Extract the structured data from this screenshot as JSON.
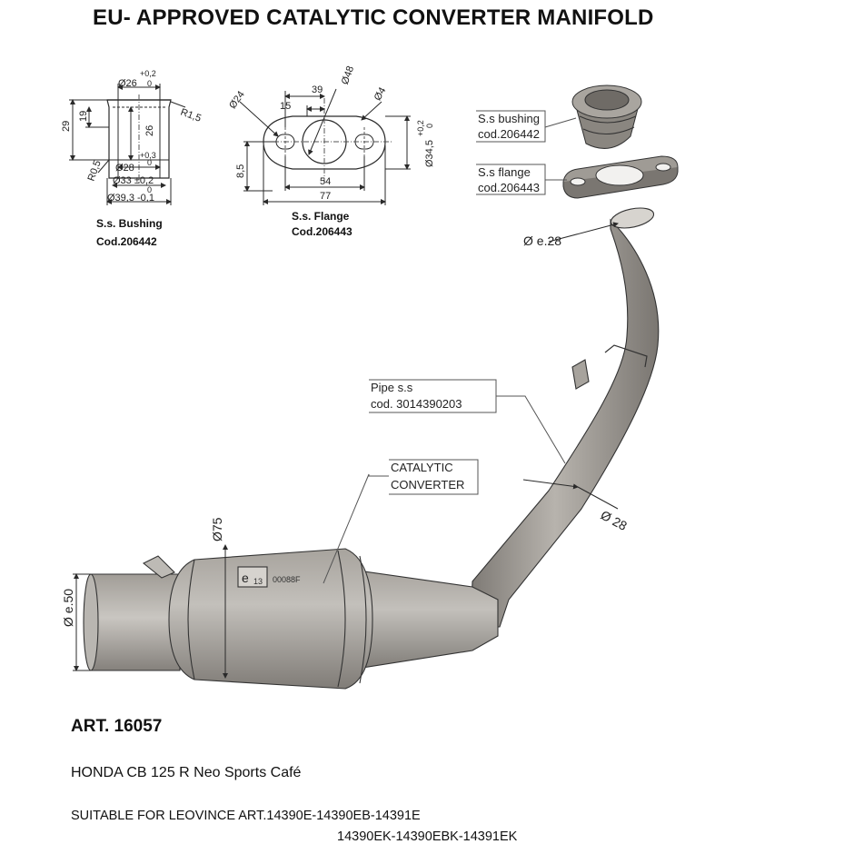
{
  "title": "EU- APPROVED CATALYTIC CONVERTER MANIFOLD",
  "bushing_drawing": {
    "d_top": "Ø26",
    "tol_top_plus": "+0,2",
    "tol_top_zero": "0",
    "h_total": "29",
    "h_inner": "19",
    "h_body": "26",
    "radius_top": "R1,5",
    "radius_bottom": "R0,5",
    "tol_mid_plus": "+0,3",
    "tol_mid_zero": "0",
    "d_mid": "Ø28",
    "d_33": "Ø33 ±0,2",
    "tol_33_zero": "0",
    "d_base": "Ø39,3 -0,1",
    "caption_1": "S.s. Bushing",
    "caption_2": "Cod.206442"
  },
  "flange_drawing": {
    "d_outer": "Ø24",
    "dim_15": "15",
    "dim_39": "39",
    "d_48": "Ø48",
    "d_4": "Ø4",
    "tol_plus": "+0,2",
    "tol_zero": "0",
    "d_bore": "Ø34,5",
    "h_8_5": "8,5",
    "dim_54": "54",
    "dim_77": "77",
    "caption_1": "S.s. Flange",
    "caption_2": "Cod.206443"
  },
  "callouts": {
    "bushing_1": "S.s bushing",
    "bushing_2": "cod.206442",
    "flange_1": "S.s flange",
    "flange_2": "cod.206443",
    "pipe_diameter_top": "Ø e.28",
    "pipe_1": "Pipe s.s",
    "pipe_2": "cod. 3014390203",
    "cat_1": "CATALYTIC",
    "cat_2": "CONVERTER",
    "pipe_diameter": "Ø 28",
    "cat_diameter": "Ø75",
    "inlet_diameter": "Ø e.50",
    "homologation_e": "e",
    "homologation_num": "13",
    "homologation_code": "00088F"
  },
  "art": "ART. 16057",
  "model": "HONDA CB 125 R Neo Sports Café",
  "suitable_line_1": "SUITABLE FOR LEOVINCE ART.14390E-14390EB-14391E",
  "suitable_line_2": "14390EK-14390EBK-14391EK",
  "colors": {
    "metal": "#9b9791",
    "metal_dark": "#77736e",
    "metal_light": "#c8c5c0",
    "line": "#2a2a2a"
  }
}
